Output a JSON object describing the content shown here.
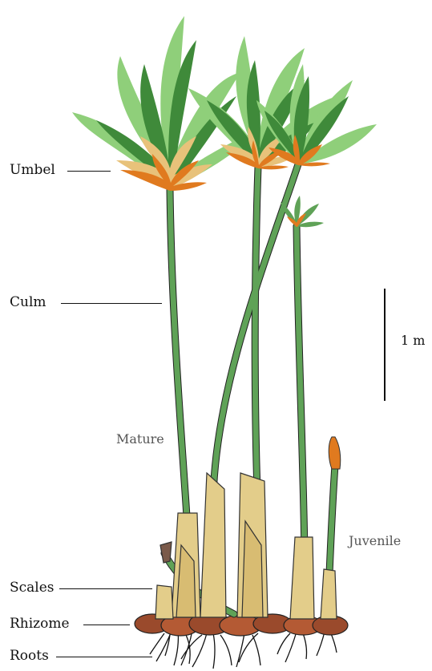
{
  "labels": {
    "umbel": "Umbel",
    "culm": "Culm",
    "scales": "Scales",
    "rhizome": "Rhizome",
    "roots": "Roots"
  },
  "annotations": {
    "mature": "Mature",
    "juvenile": "Juvenile"
  },
  "scale_bar": {
    "label": "1 m"
  },
  "colors": {
    "leaf_dark": "#3f8a3a",
    "leaf_light": "#8fcf7a",
    "culm": "#5fa257",
    "umbel_base": "#e8c27a",
    "bract_orange": "#e07a1f",
    "scale": "#e3cd8a",
    "rhizome": "#9a4a2c",
    "roots": "#111111"
  }
}
